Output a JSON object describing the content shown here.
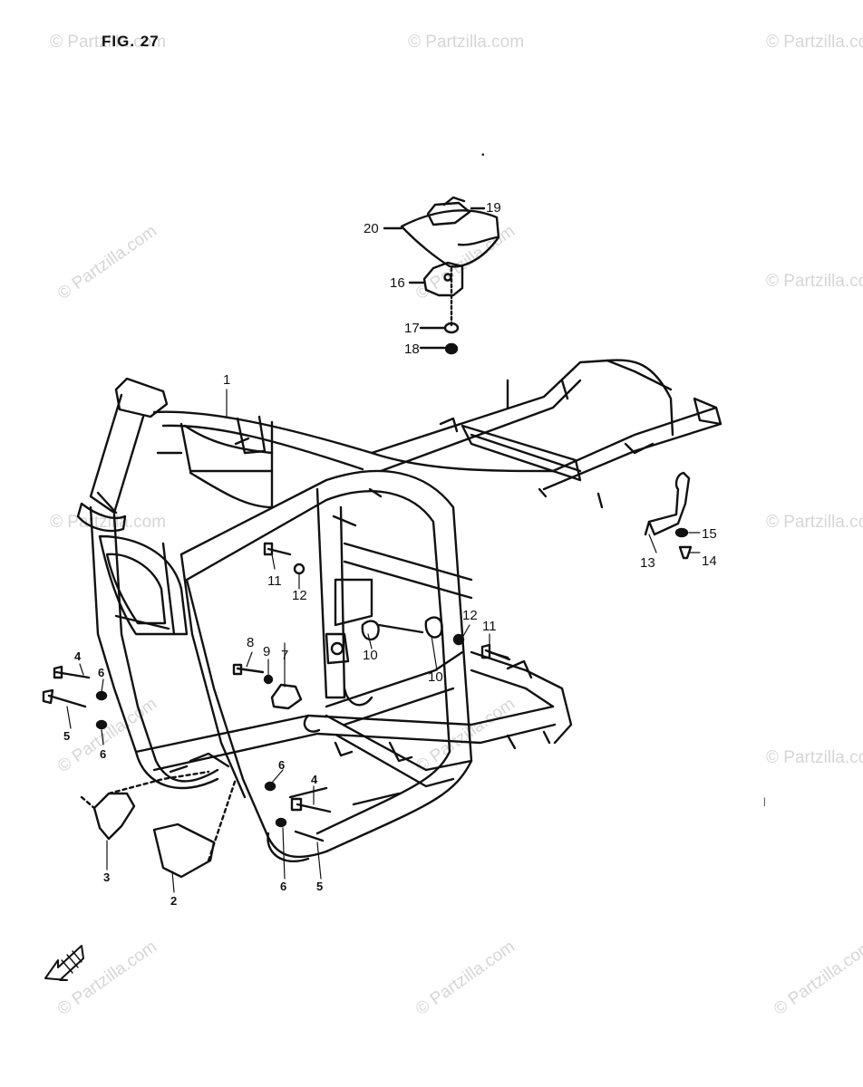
{
  "figure": {
    "title": "FIG. 27"
  },
  "callouts": [
    "1",
    "2",
    "3",
    "4",
    "4",
    "5",
    "5",
    "6",
    "6",
    "6",
    "6",
    "7",
    "8",
    "9",
    "10",
    "10",
    "11",
    "11",
    "12",
    "12",
    "13",
    "14",
    "15",
    "16",
    "17",
    "18",
    "19",
    "20"
  ],
  "watermark": {
    "text": "© Partzilla.com",
    "color": "#d6d6d6"
  },
  "colors": {
    "ink": "#111111",
    "background": "#ffffff"
  }
}
